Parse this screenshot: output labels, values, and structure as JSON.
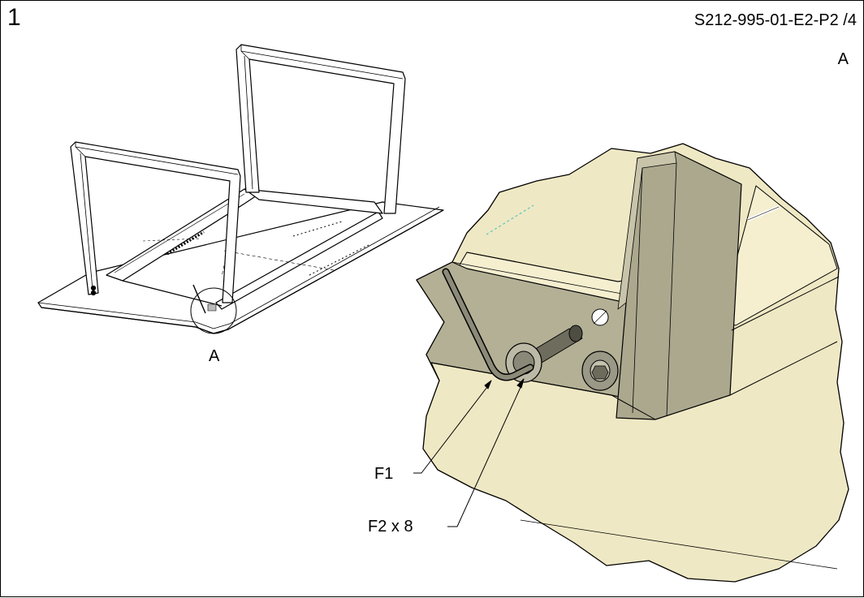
{
  "step": {
    "number": "1"
  },
  "document": {
    "code": "S212-995-01-E2-P2 /4"
  },
  "detail": {
    "label_enlarged": "A",
    "label_overview": "A"
  },
  "callouts": {
    "f1": "F1",
    "f2": "F2 x 8"
  },
  "colors": {
    "line": "#000000",
    "panel_fill": "#efe8c4",
    "metal_light": "#c9c6ad",
    "metal_mid": "#a7a48a",
    "metal_dark": "#8f8c74",
    "leader_dash": "#55c8c0"
  }
}
